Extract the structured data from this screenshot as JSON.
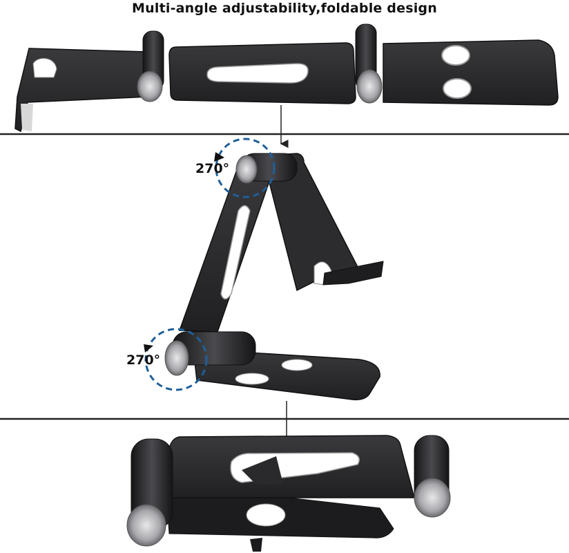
{
  "title": "Multi-angle adjustability,foldable design",
  "panels": [
    {
      "name": "unfolded-flat",
      "description": "Stand fully unfolded flat with two hinges"
    },
    {
      "name": "standing",
      "description": "Stand opened upright holding position",
      "rotation_labels": [
        {
          "text": "270°",
          "hinge": "top"
        },
        {
          "text": "270°",
          "hinge": "bottom"
        }
      ]
    },
    {
      "name": "folded",
      "description": "Stand fully folded compact"
    }
  ],
  "colors": {
    "metal_body": "#2a2a2c",
    "metal_edge": "#111113",
    "silver_cap": "#b8b8bc",
    "dashed_circle": "#1f5f99",
    "divider": "#222222",
    "background": "#ffffff"
  }
}
